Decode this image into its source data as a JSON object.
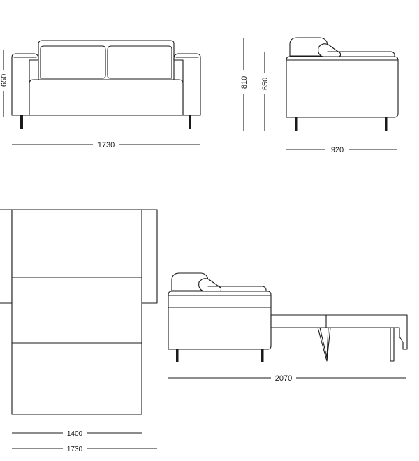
{
  "dimensions": {
    "front_width": "1730",
    "front_height": "650",
    "side_total_height": "810",
    "side_seat_height": "650",
    "side_depth": "920",
    "extended_length": "2070",
    "bed_width": "1400",
    "bed_total_width": "1730"
  }
}
